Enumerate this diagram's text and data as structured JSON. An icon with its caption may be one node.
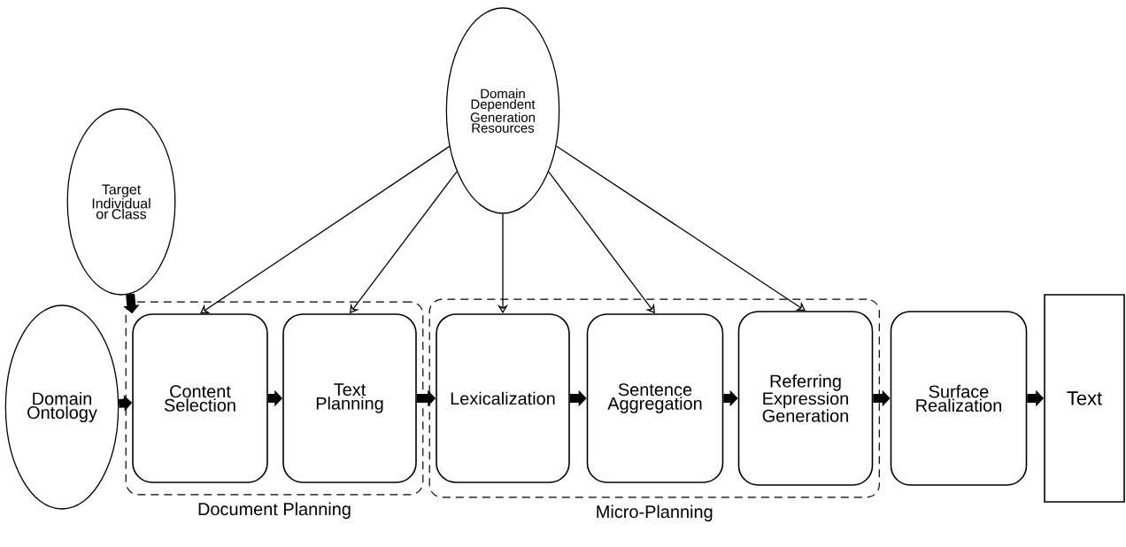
{
  "diagram": {
    "nodes": [
      {
        "text": [
          "Domain Dependent Generation Resources"
        ]
      },
      {
        "text": [
          "Target Individual or Class"
        ]
      },
      {
        "text": [
          "Domain Ontology"
        ]
      },
      {
        "text": [
          "Document Planning"
        ]
      },
      {
        "text": [
          "Content Selection"
        ],
        "in": 3
      },
      {
        "text": [
          "Text Planning"
        ],
        "in": 3
      },
      {
        "text": [
          "Micro-Planning"
        ]
      },
      {
        "text": [
          "Lexicalization"
        ],
        "in": 6
      },
      {
        "text": [
          "Sentence Aggregation"
        ],
        "in": 6
      },
      {
        "text": [
          "Referring Expression Generation"
        ],
        "in": 6
      },
      {
        "text": [
          "Surface Realization"
        ]
      },
      {
        "text": [
          "Text"
        ]
      }
    ],
    "edges": [
      {
        "from": 1,
        "to": 4,
        "arrow": "to"
      },
      {
        "from": 0,
        "to": 4,
        "arrow": "to"
      },
      {
        "from": 0,
        "to": 5,
        "arrow": "to"
      },
      {
        "from": 0,
        "to": 7,
        "arrow": "to"
      },
      {
        "from": 0,
        "to": 8,
        "arrow": "to"
      },
      {
        "from": 0,
        "to": 9,
        "arrow": "to"
      },
      {
        "from": 2,
        "to": 4,
        "arrow": "to"
      },
      {
        "from": 4,
        "to": 5,
        "arrow": "to"
      },
      {
        "from": 5,
        "to": 7,
        "arrow": "to"
      },
      {
        "from": 7,
        "to": 8,
        "arrow": "to"
      },
      {
        "from": 8,
        "to": 9,
        "arrow": "to"
      },
      {
        "from": 9,
        "to": 10,
        "arrow": "to"
      },
      {
        "from": 10,
        "to": 11,
        "arrow": "to"
      }
    ]
  }
}
